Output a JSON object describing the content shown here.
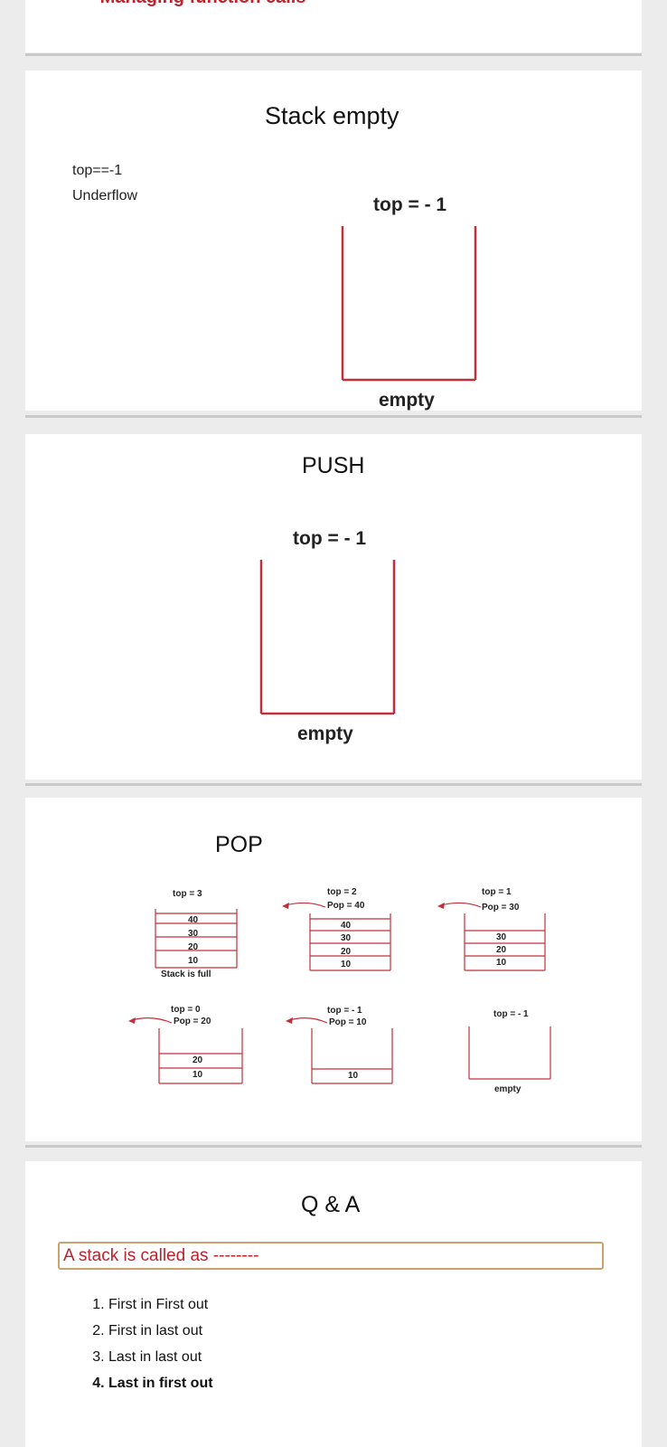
{
  "top_cut": {
    "text": "– Managing function calls"
  },
  "slide_empty": {
    "title": "Stack empty",
    "condition": "top==-1",
    "status": "Underflow",
    "top_label": "top = - 1",
    "empty_label": "empty"
  },
  "slide_push": {
    "title": "PUSH",
    "top_label": "top = - 1",
    "empty_label": "empty"
  },
  "slide_pop": {
    "title": "POP",
    "stacks": [
      {
        "top": "top = 3",
        "values": [
          "40",
          "30",
          "20",
          "10"
        ],
        "caption": "Stack is full"
      },
      {
        "top": "top = 2",
        "pop": "Pop = 40",
        "values": [
          "40",
          "30",
          "20",
          "10"
        ]
      },
      {
        "top": "top = 1",
        "pop": "Pop = 30",
        "values": [
          "30",
          "20",
          "10"
        ]
      },
      {
        "top": "top = 0",
        "pop": "Pop = 20",
        "values": [
          "20",
          "10"
        ]
      },
      {
        "top": "top = - 1",
        "pop": "Pop = 10",
        "values": [
          "10"
        ]
      },
      {
        "top": "top = - 1",
        "values": [],
        "caption": "empty"
      }
    ]
  },
  "slide_qa": {
    "title": "Q & A",
    "question": "A stack is called as --------",
    "options": [
      "First in First out",
      "First in last out",
      "Last in last out",
      "Last in first out"
    ],
    "answer_index": 3
  },
  "colors": {
    "stack_outline": "#c0303a",
    "question_text": "#c0202a",
    "question_border": "#c9a36e"
  }
}
